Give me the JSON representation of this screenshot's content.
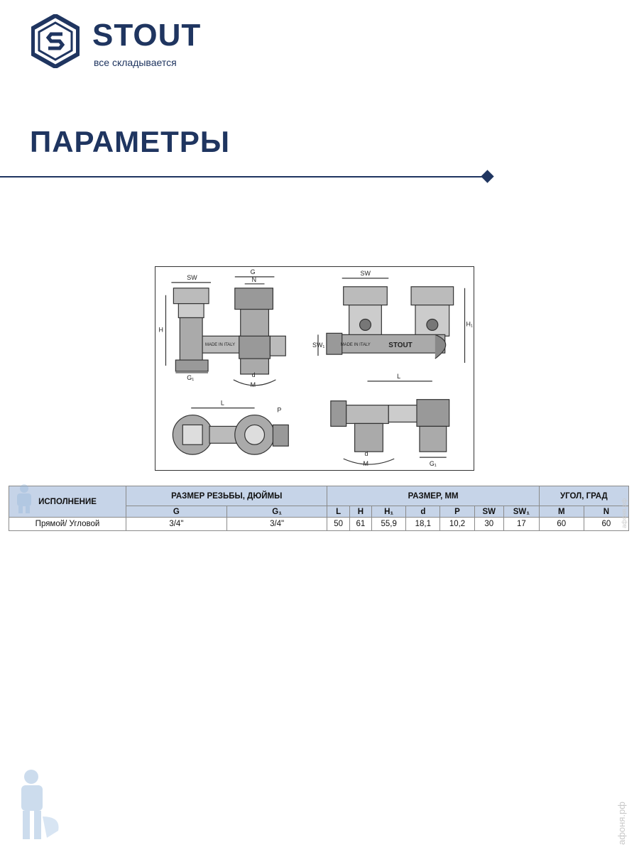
{
  "brand": {
    "name": "STOUT",
    "tagline": "все складывается",
    "color": "#1f3560"
  },
  "page_title": "ПАРАМЕТРЫ",
  "drawing": {
    "labels": {
      "sw": "SW",
      "g": "G",
      "n": "N",
      "h": "H",
      "h1": "H₁",
      "g1": "G₁",
      "d": "d",
      "m": "M",
      "l": "L",
      "p": "P",
      "sw1": "SW₁",
      "made_in": "MADE IN ITALY",
      "logo": "STOUT"
    }
  },
  "table": {
    "group_headers": {
      "name": "ИСПОЛНЕНИЕ",
      "thread": "РАЗМЕР РЕЗЬБЫ, ДЮЙМЫ",
      "size": "РАЗМЕР, ММ",
      "angle": "УГОЛ, ГРАД"
    },
    "columns": [
      "G",
      "G₁",
      "L",
      "H",
      "H₁",
      "d",
      "P",
      "SW",
      "SW₁",
      "M",
      "N"
    ],
    "rows": [
      {
        "name": "Прямой/ Угловой",
        "values": [
          "3/4\"",
          "3/4\"",
          "50",
          "61",
          "55,9",
          "18,1",
          "10,2",
          "30",
          "17",
          "60",
          "60"
        ]
      }
    ]
  },
  "watermark": {
    "site": "афоня.рф"
  }
}
